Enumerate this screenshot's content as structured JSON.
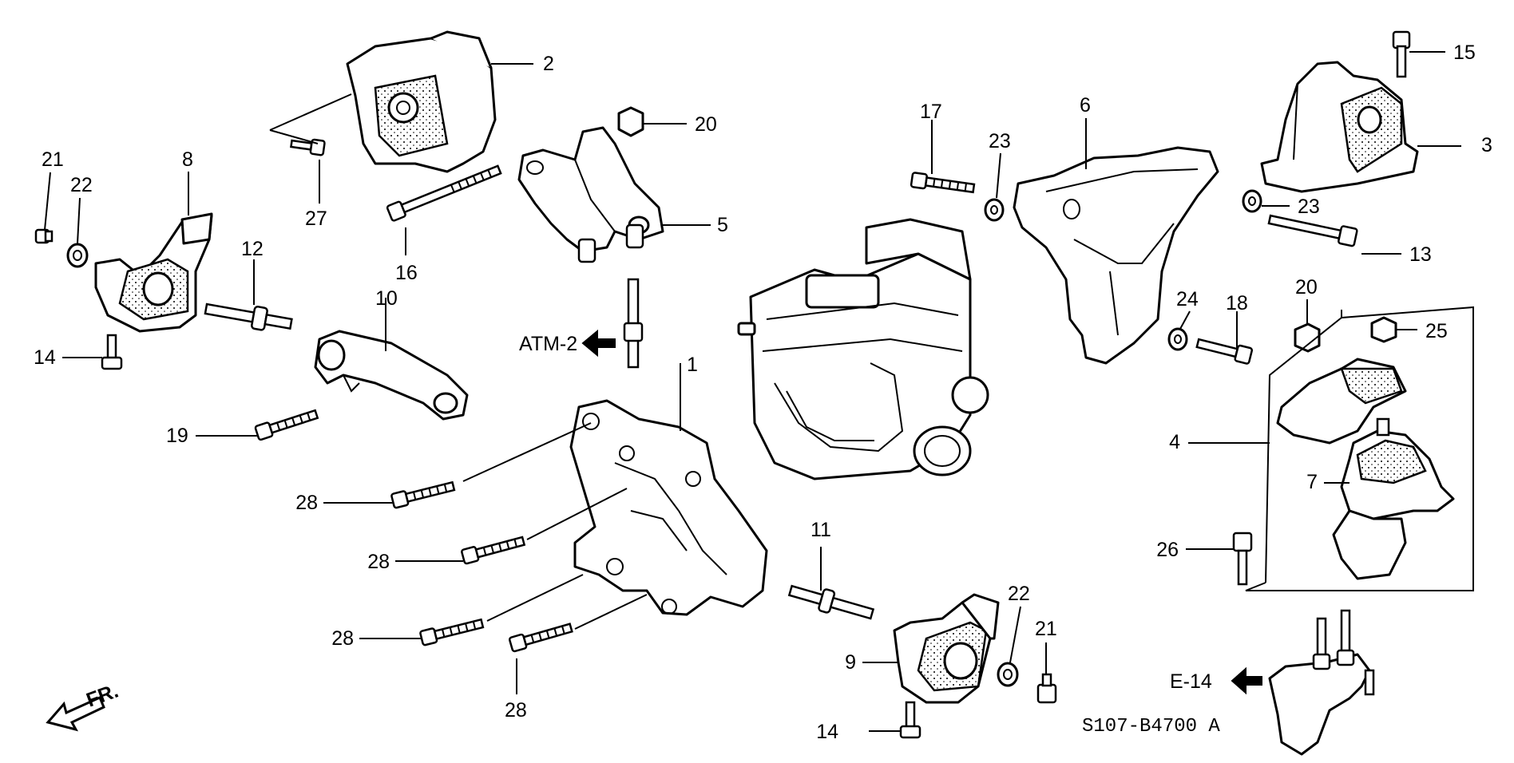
{
  "callouts": {
    "c1": "1",
    "c2": "2",
    "c3": "3",
    "c4": "4",
    "c5": "5",
    "c6": "6",
    "c7": "7",
    "c8": "8",
    "c9": "9",
    "c10": "10",
    "c11": "11",
    "c12": "12",
    "c13": "13",
    "c14a": "14",
    "c14b": "14",
    "c15": "15",
    "c16": "16",
    "c17": "17",
    "c18": "18",
    "c19": "19",
    "c20a": "20",
    "c20b": "20",
    "c21a": "21",
    "c21b": "21",
    "c22a": "22",
    "c22b": "22",
    "c23a": "23",
    "c23b": "23",
    "c24": "24",
    "c25": "25",
    "c26": "26",
    "c27": "27",
    "c28a": "28",
    "c28b": "28",
    "c28c": "28",
    "c28d": "28"
  },
  "references": {
    "atm": "ATM-2",
    "e14": "E-14",
    "front": "FR."
  },
  "diagram_code": "S107-B4700 A",
  "icons": {
    "ref_arrow": "arrow-left-filled-icon",
    "front_arrow": "front-direction-arrow-icon"
  }
}
